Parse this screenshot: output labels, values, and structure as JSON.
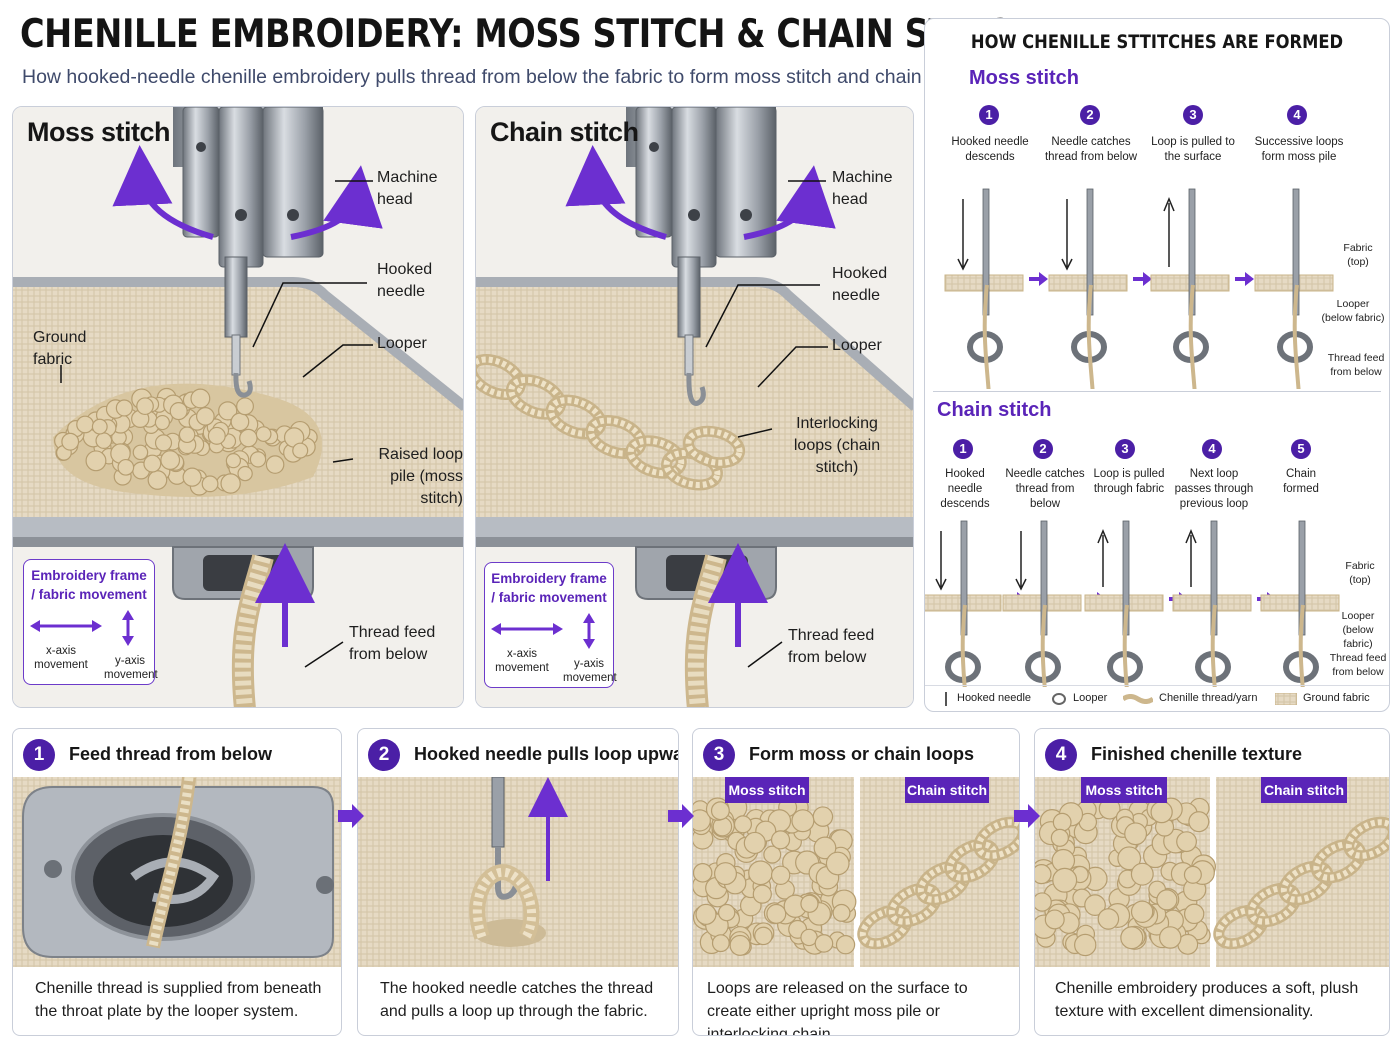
{
  "header": {
    "title": "CHENILLE EMBROIDERY: MOSS STITCH & CHAIN STITCH",
    "subtitle": "How hooked-needle chenille embroidery pulls thread from below the fabric to form moss stitch and chain stitch"
  },
  "moss_panel": {
    "label": "Moss stitch",
    "callouts": {
      "machine_head": "Machine head",
      "hooked_needle": "Hooked needle",
      "looper": "Looper",
      "ground_fabric": "Ground fabric",
      "loop_pile": "Raised loop pile (moss stitch)",
      "thread_feed": "Thread feed from below"
    },
    "frame_box": {
      "title": "Embroidery frame / fabric movement",
      "x_axis": "x-axis movement",
      "y_axis": "y-axis movement"
    }
  },
  "chain_panel": {
    "label": "Chain stitch",
    "callouts": {
      "machine_head": "Machine head",
      "hooked_needle": "Hooked needle",
      "looper": "Looper",
      "interlocking": "Interlocking loops (chain stitch)",
      "thread_feed": "Thread feed from below"
    },
    "frame_box": {
      "title": "Embroidery frame / fabric movement",
      "x_axis": "x-axis movement",
      "y_axis": "y-axis movement"
    }
  },
  "formation": {
    "title": "HOW CHENILLE STTITCHES ARE FORMED",
    "moss": {
      "heading": "Moss stitch",
      "steps": [
        {
          "num": "1",
          "text": "Hooked needle descends"
        },
        {
          "num": "2",
          "text": "Needle catches thread from below"
        },
        {
          "num": "3",
          "text": "Loop is pulled to the surface"
        },
        {
          "num": "4",
          "text": "Successive loops form moss pile"
        }
      ],
      "labels": {
        "fabric": "Fabric (top)",
        "looper": "Looper (below fabric)",
        "feed": "Thread feed from below"
      }
    },
    "chain": {
      "heading": "Chain stitch",
      "steps": [
        {
          "num": "1",
          "text": "Hooked needle descends"
        },
        {
          "num": "2",
          "text": "Needle catches thread from below"
        },
        {
          "num": "3",
          "text": "Loop is pulled through fabric"
        },
        {
          "num": "4",
          "text": "Next loop passes through previous loop"
        },
        {
          "num": "5",
          "text": "Chain formed"
        }
      ],
      "labels": {
        "fabric": "Fabric (top)",
        "looper": "Looper (below fabric)",
        "feed": "Thread feed from below"
      }
    },
    "legend": {
      "needle": "Hooked needle",
      "looper": "Looper",
      "thread": "Chenille thread/yarn",
      "fabric": "Ground fabric"
    }
  },
  "process": [
    {
      "num": "1",
      "title": "Feed thread from below",
      "caption": "Chenille thread is supplied from beneath the throat plate by the looper system."
    },
    {
      "num": "2",
      "title": "Hooked needle pulls loop upward",
      "caption": "The hooked needle catches the thread and pulls a loop up through the fabric."
    },
    {
      "num": "3",
      "title": "Form moss or chain loops",
      "caption": "Loops are released on the surface to create either upright moss pile or interlocking chain.",
      "tags": [
        "Moss stitch",
        "Chain stitch"
      ]
    },
    {
      "num": "4",
      "title": "Finished chenille texture",
      "caption": "Chenille embroidery produces a soft, plush texture with excellent dimensionality.",
      "tags": [
        "Moss stitch",
        "Chain stitch"
      ]
    }
  ],
  "colors": {
    "accent": "#5a24b8",
    "fabric": "#e9dcc6",
    "yarn": "#dcc9a1",
    "steel": "#9aa0a8"
  }
}
